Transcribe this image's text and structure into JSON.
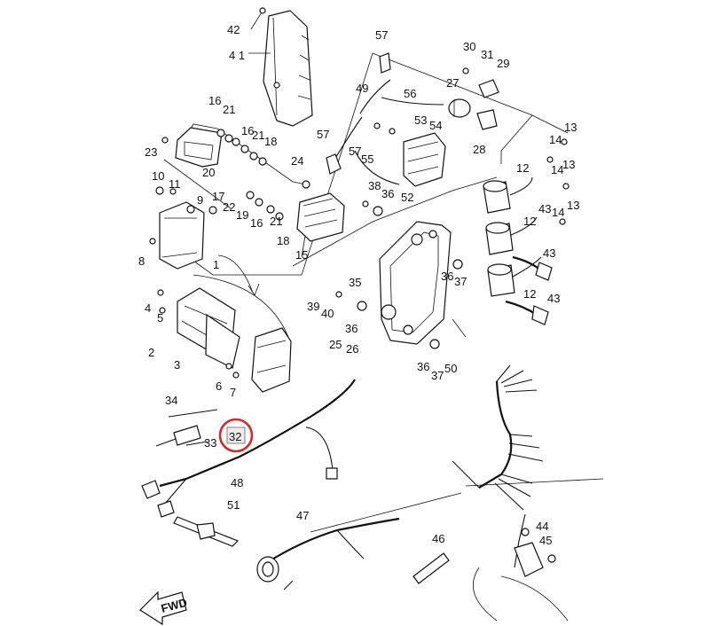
{
  "diagram": {
    "highlight": {
      "label": "32",
      "color": "#d62828"
    },
    "fwd_label": "FWD",
    "part_labels": [
      {
        "id": "42",
        "text": "42"
      },
      {
        "id": "41",
        "text": "4 1"
      },
      {
        "id": "57a",
        "text": "57"
      },
      {
        "id": "30",
        "text": "30"
      },
      {
        "id": "31",
        "text": "31"
      },
      {
        "id": "29",
        "text": "29"
      },
      {
        "id": "49",
        "text": "49"
      },
      {
        "id": "27",
        "text": "27"
      },
      {
        "id": "56",
        "text": "56"
      },
      {
        "id": "53",
        "text": "53"
      },
      {
        "id": "54",
        "text": "54"
      },
      {
        "id": "28",
        "text": "28"
      },
      {
        "id": "16a",
        "text": "16"
      },
      {
        "id": "21a",
        "text": "21"
      },
      {
        "id": "16b",
        "text": "16"
      },
      {
        "id": "21b",
        "text": "21"
      },
      {
        "id": "18a",
        "text": "18"
      },
      {
        "id": "23",
        "text": "23"
      },
      {
        "id": "20",
        "text": "20"
      },
      {
        "id": "57b",
        "text": "57"
      },
      {
        "id": "57c",
        "text": "57"
      },
      {
        "id": "55",
        "text": "55"
      },
      {
        "id": "24",
        "text": "24"
      },
      {
        "id": "13a",
        "text": "13"
      },
      {
        "id": "14a",
        "text": "14"
      },
      {
        "id": "12a",
        "text": "12"
      },
      {
        "id": "14b",
        "text": "14"
      },
      {
        "id": "13b",
        "text": "13"
      },
      {
        "id": "38",
        "text": "38"
      },
      {
        "id": "36a",
        "text": "36"
      },
      {
        "id": "52",
        "text": "52"
      },
      {
        "id": "10",
        "text": "10"
      },
      {
        "id": "11",
        "text": "11"
      },
      {
        "id": "9",
        "text": "9"
      },
      {
        "id": "17",
        "text": "17"
      },
      {
        "id": "22",
        "text": "22"
      },
      {
        "id": "19",
        "text": "19"
      },
      {
        "id": "16c",
        "text": "16"
      },
      {
        "id": "21c",
        "text": "21"
      },
      {
        "id": "18b",
        "text": "18"
      },
      {
        "id": "15",
        "text": "15"
      },
      {
        "id": "43a",
        "text": "43"
      },
      {
        "id": "14c",
        "text": "14"
      },
      {
        "id": "13c",
        "text": "13"
      },
      {
        "id": "12b",
        "text": "12"
      },
      {
        "id": "43b",
        "text": "43"
      },
      {
        "id": "8",
        "text": "8"
      },
      {
        "id": "1",
        "text": "1"
      },
      {
        "id": "35",
        "text": "35"
      },
      {
        "id": "36b",
        "text": "36"
      },
      {
        "id": "37a",
        "text": "37"
      },
      {
        "id": "12c",
        "text": "12"
      },
      {
        "id": "43c",
        "text": "43"
      },
      {
        "id": "4",
        "text": "4"
      },
      {
        "id": "5",
        "text": "5"
      },
      {
        "id": "39",
        "text": "39"
      },
      {
        "id": "40",
        "text": "40"
      },
      {
        "id": "36c",
        "text": "36"
      },
      {
        "id": "2",
        "text": "2"
      },
      {
        "id": "3",
        "text": "3"
      },
      {
        "id": "25",
        "text": "25"
      },
      {
        "id": "26",
        "text": "26"
      },
      {
        "id": "36d",
        "text": "36"
      },
      {
        "id": "37b",
        "text": "37"
      },
      {
        "id": "50",
        "text": "50"
      },
      {
        "id": "6",
        "text": "6"
      },
      {
        "id": "7",
        "text": "7"
      },
      {
        "id": "34",
        "text": "34"
      },
      {
        "id": "33",
        "text": "33"
      },
      {
        "id": "48",
        "text": "48"
      },
      {
        "id": "51",
        "text": "51"
      },
      {
        "id": "47",
        "text": "47"
      },
      {
        "id": "46",
        "text": "46"
      },
      {
        "id": "44",
        "text": "44"
      },
      {
        "id": "45",
        "text": "45"
      }
    ]
  }
}
